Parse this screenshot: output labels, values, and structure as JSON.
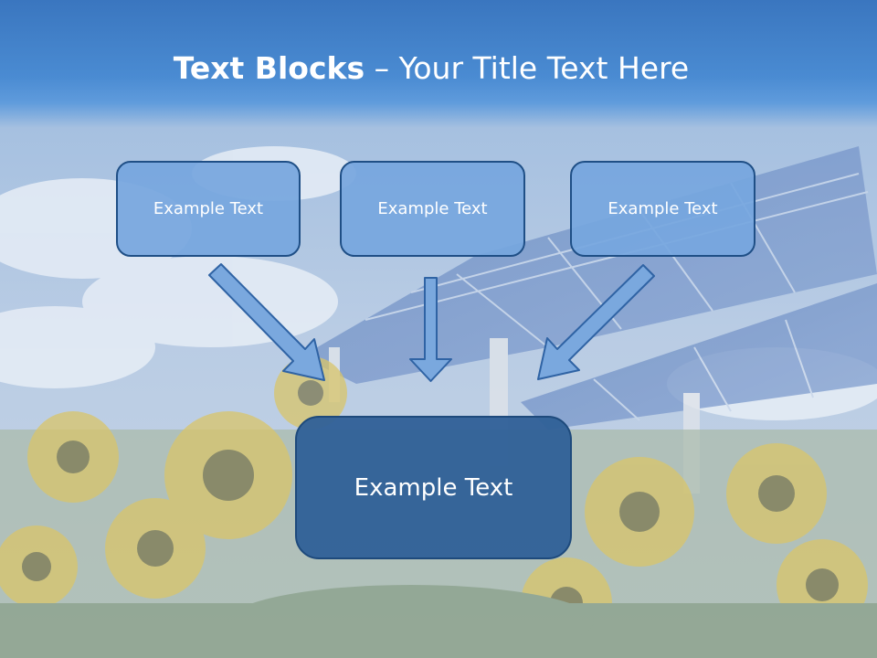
{
  "slide": {
    "title_bold": "Text Blocks",
    "title_dash": " – ",
    "title_rest": "Your Title Text Here",
    "blocks": [
      {
        "label": "Example Text"
      },
      {
        "label": "Example Text"
      },
      {
        "label": "Example Text"
      }
    ],
    "main_block": {
      "label": "Example Text"
    }
  },
  "colors": {
    "header_blue": "#4a8bd2",
    "block_light": "#76a6de",
    "block_dark": "#316198",
    "border": "#1f4f86",
    "arrow_fill": "#7aa8de"
  },
  "icons": [
    "arrow-down-right-icon",
    "arrow-down-icon",
    "arrow-down-left-icon"
  ]
}
